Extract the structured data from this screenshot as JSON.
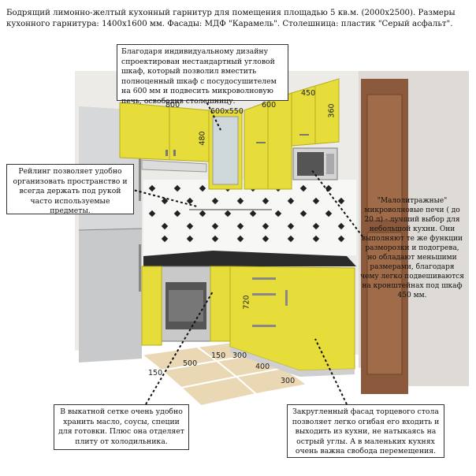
{
  "header": {
    "title": "Бодрящий лимонно-желтый кухонный гарнитур для помещения площадью  5 кв.м. (2000х2500). Размеры кухонного гарнитура: 1400х1600 мм. Фасады: МДФ \"Карамель\". Столешница: пластик \"Серый асфальт\"."
  },
  "callouts": {
    "corner_cabinet": "Благодаря  индивидуальному дизайну спроектирован нестандартный угловой шкаф, который позволил вместить полноценный шкаф с посудосушителем на 600 мм и подвесить микроволновую печь, освободив столешницу.",
    "railing": "Рейлинг позволяет удобно организовать  пространство и всегда держать под рукой часто используемые предметы.",
    "microwave": "\"Малолитражные\" микроволновые печи ( до 20 л) - лучший выбор для небольшой кухни. Они выполняют те же функции разморозки и подогрева, но обладают меньшими размерами, благодаря чему легко подвешиваются на кронштейнах  под шкаф 450 мм.",
    "pullout": "В выкатной сетке очень удобно хранить масло, соусы, специи для готовки. Плюс она отделяет плиту от холодильника.",
    "rounded": "Закругленный фасад торцевого стола позволяет легко огибая его входить и выходить из кухни, не натыкаясь на острый углы. А в маленьких кухнях очень важна  свобода  перемещения."
  },
  "dimensions": {
    "upper_800": "800",
    "upper_600x550": "600х550",
    "upper_600": "600",
    "upper_450": "450",
    "upper_360": "360",
    "upper_480": "480",
    "lower_720": "720",
    "floor_150a": "150",
    "floor_500": "500",
    "floor_150b": "150",
    "floor_300a": "300",
    "floor_400": "400",
    "floor_300b": "300"
  },
  "colors": {
    "facade_yellow": "#e6dc3a",
    "countertop": "#2b2b2b",
    "wall": "#ece9e4",
    "floor": "#e9d6b4",
    "door": "#8b5a3c"
  }
}
